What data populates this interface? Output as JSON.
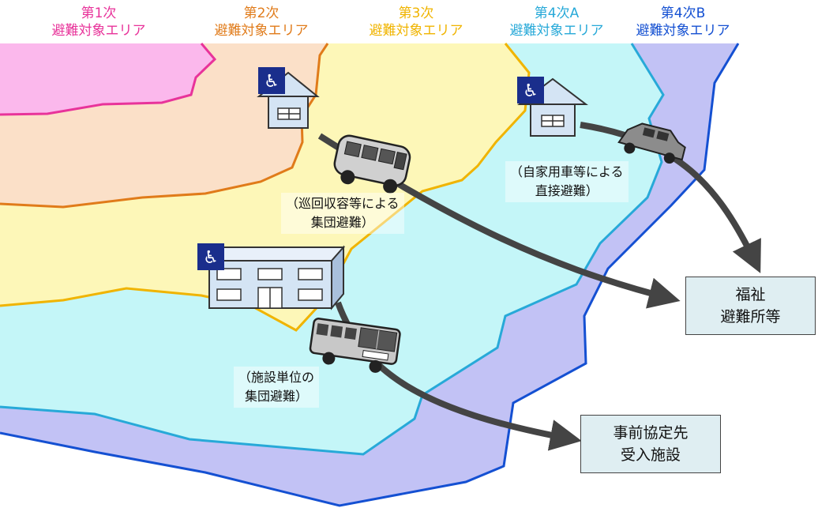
{
  "zones": [
    {
      "id": "z1",
      "line1": "第1次",
      "line2": "避難対象エリア",
      "color": "#e8339a",
      "fill": "#fbb8ec"
    },
    {
      "id": "z2",
      "line1": "第2次",
      "line2": "避難対象エリア",
      "color": "#e07b1a",
      "fill": "#fbe0c8"
    },
    {
      "id": "z3",
      "line1": "第3次",
      "line2": "避難対象エリア",
      "color": "#f0b400",
      "fill": "#fdf7b8"
    },
    {
      "id": "z4a",
      "line1": "第4次A",
      "line2": "避難対象エリア",
      "color": "#27a9d8",
      "fill": "#c4f6f8"
    },
    {
      "id": "z4b",
      "line1": "第4次B",
      "line2": "避難対象エリア",
      "color": "#1450d2",
      "fill": "#c2c2f5"
    }
  ],
  "captions": {
    "patrol_line1": "（巡回収容等による",
    "patrol_line2": "集団避難）",
    "private_line1": "（自家用車等による",
    "private_line2": "直接避難）",
    "facility_line1": "（施設単位の",
    "facility_line2": "集団避難）"
  },
  "destinations": {
    "welfare_line1": "福祉",
    "welfare_line2": "避難所等",
    "partner_line1": "事前協定先",
    "partner_line2": "受入施設"
  },
  "icons": [
    "wheelchair-icon",
    "house-icon",
    "building-icon",
    "minibus-icon",
    "car-icon",
    "bus-icon"
  ],
  "colors": {
    "badge": "#1a2e8c",
    "house_fill": "#d4e4f4",
    "arrow": "#444444"
  }
}
